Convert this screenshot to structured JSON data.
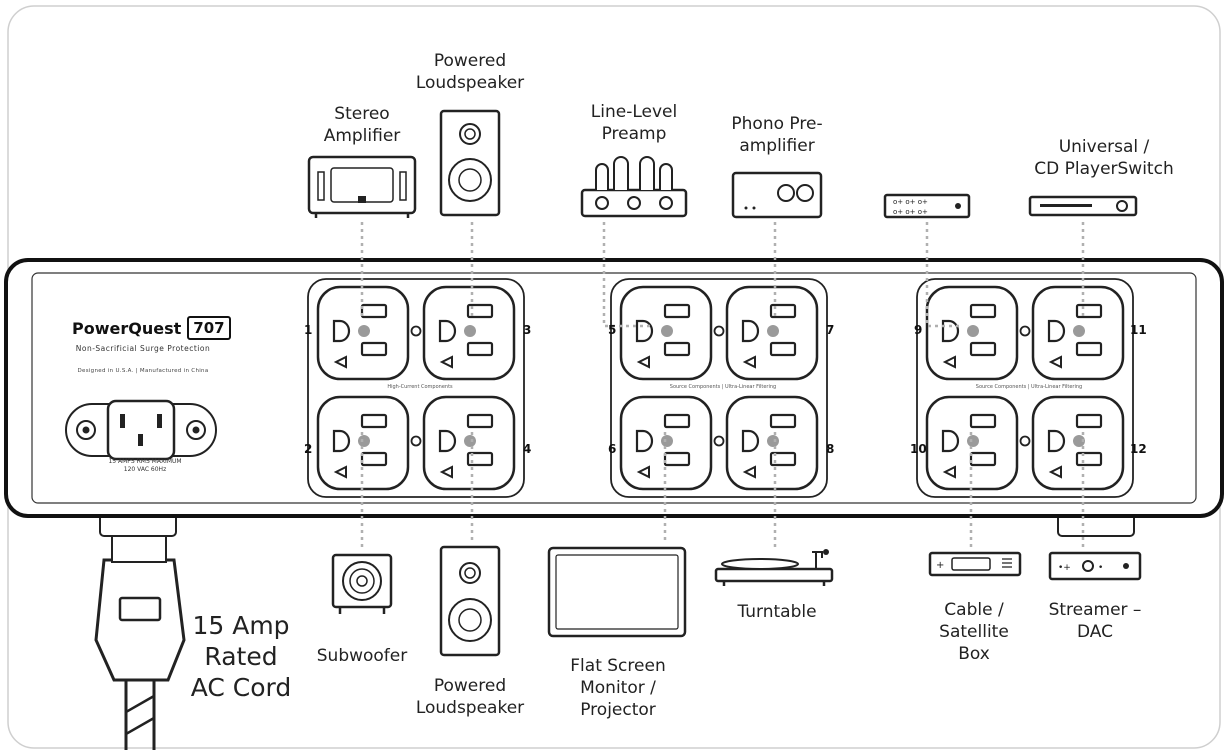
{
  "brand": {
    "name": "PowerQuest",
    "model": "707"
  },
  "tagline": "Non-Sacrificial Surge Protection",
  "origin": "Designed in U.S.A. | Manufactured in China",
  "inlet_rating": "15 AMPS RMS MAXIMUM\n120 VAC 60Hz",
  "banks": [
    {
      "caption": "High-Current Components"
    },
    {
      "caption": "Source Components | Ultra-Linear Filtering"
    },
    {
      "caption": "Source Components | Ultra-Linear Filtering"
    }
  ],
  "outlet_numbers": [
    "1",
    "2",
    "3",
    "4",
    "5",
    "6",
    "7",
    "8",
    "9",
    "10",
    "11",
    "12"
  ],
  "devices": {
    "stereo_amplifier": "Stereo\nAmplifier",
    "powered_loudspeaker_top": "Powered\nLoudspeaker",
    "line_level_preamp": "Line-Level\nPreamp",
    "phono_preamplifier": "Phono Pre-\namplifier",
    "universal_cd_player": "Universal /\nCD PlayerSwitch",
    "subwoofer": "Subwoofer",
    "powered_loudspeaker_bottom": "Powered\nLoudspeaker",
    "flat_screen": "Flat Screen\nMonitor /\nProjector",
    "turntable": "Turntable",
    "cable_box": "Cable /\nSatellite\nBox",
    "streamer_dac": "Streamer –\nDAC"
  },
  "cord_label": "15 Amp\nRated\nAC Cord",
  "colors": {
    "line": "#222222",
    "dot": "#9a9a9a",
    "connector": "#b0b0b0"
  }
}
